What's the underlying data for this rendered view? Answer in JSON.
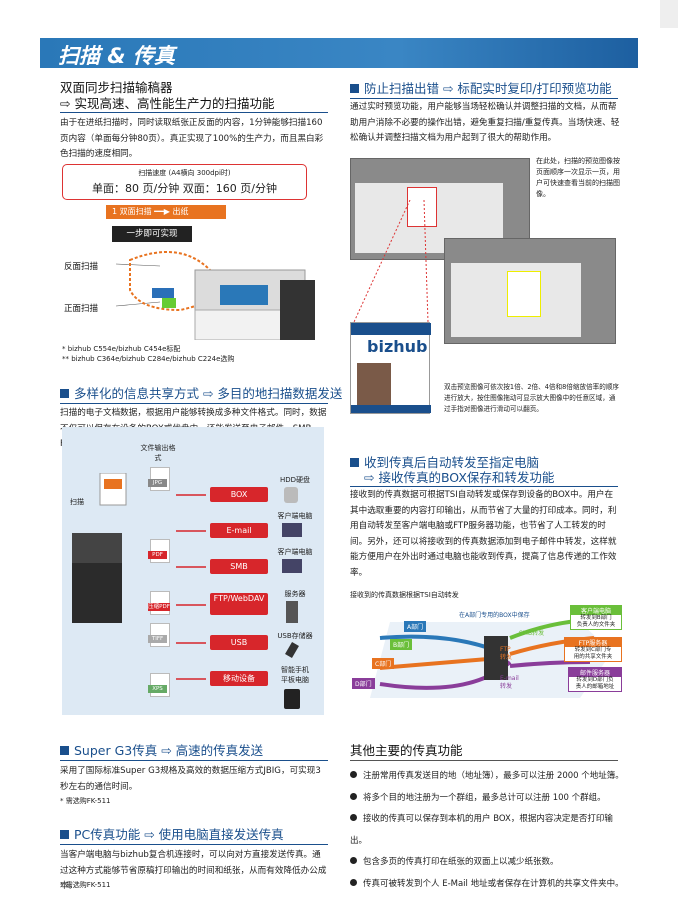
{
  "header": {
    "title": "扫描 & 传真"
  },
  "s1": {
    "title_line1": "双面同步扫描输稿器",
    "title_line2": "⇨ 实现高速、高性能生产力的扫描功能",
    "body": "由于在进纸扫描时，同时读取纸张正反面的内容，1分钟能够扫描160页内容（单面每分钟80页）。真正实现了100%的生产力，而且黑白彩色扫描的速度相同。",
    "speed_title": "扫描速度 (A4横向 300dpi时)",
    "speed_values": "单面：80 页/分钟     双面：160 页/分钟",
    "step_bar": "1  双面扫描 ━━▶ 出纸",
    "one_step": "一步即可实现",
    "back_label": "反面扫描",
    "front_label": "正面扫描",
    "note1": "* bizhub C554e/bizhub C454e标配",
    "note2": "** bizhub C364e/bizhub C284e/bizhub C224e选购"
  },
  "s2": {
    "title": "多样化的信息共享方式 ⇨ 多目的地扫描数据发送",
    "body": "扫描的电子文档数据，根据用户能够转换成多种文件格式。同时，数据不仅可以保存在设备的BOX或优盘中，还能发送至电子邮件、SMB、FTP、WebDAV等。",
    "scan_label": "扫描",
    "format_label": "文件输出格式",
    "formats": [
      "JPG",
      "PDF",
      "压缩PDF",
      "TIFF",
      "XPS"
    ],
    "destinations": [
      "BOX",
      "E-mail",
      "SMB",
      "FTP/WebDAV",
      "USB",
      "移动设备"
    ],
    "targets": [
      "HDD硬盘",
      "客户端电脑",
      "客户端电脑",
      "服务器",
      "USB存储器",
      "智能手机\n平板电脑"
    ]
  },
  "s3": {
    "title": "Super G3传真 ⇨ 高速的传真发送",
    "body": "采用了国际标准Super  G3规格及高效的数据压缩方式JBIG，可实现3秒左右的通信时间。",
    "note": "* 需选购FK-511"
  },
  "s4": {
    "title": "PC传真功能 ⇨ 使用电脑直接发送传真",
    "body": "当客户端电脑与bizhub复合机连接时，可以向对方直接发送传真。通过这种方式能够节省原稿打印输出的时间和纸张，从而有效降低办公成本。",
    "note": "* 需选购FK-511"
  },
  "r1": {
    "title": "防止扫描出错 ⇨ 标配实时复印/打印预览功能",
    "body": "通过实时预览功能，用户能够当场轻松确认并调整扫描的文档，从而帮助用户消除不必要的操作出错，避免重复扫描/重复传真。当场快速、轻松确认并调整扫描文档为用户起到了很大的帮助作用。",
    "caption1": "在此处，扫描的预览图像按页面顺序一次显示一页，用户可快速查看当前的扫描图像。",
    "caption2": "双击预览图像可依次按1倍、2倍、4倍和8倍缩放倍率的顺序进行放大，按住图像拖动可显示放大图像中的任意区域，通过手指对图像进行滑动可以翻页。",
    "brand": "bizhub"
  },
  "r2": {
    "title_line1": "收到传真后自动转发至指定电脑",
    "title_line2": "⇨ 接收传真的BOX保存和转发功能",
    "body": "接收到的传真数据可根据TSI自动转发或保存到设备的BOX中。用户在其中选取重要的内容打印输出，从而节省了大量的打印成本。同时，利用自动转发至客户端电脑或FTP服务器功能，也节省了人工转发的时间。另外，还可以将接收到的传真数据添加到电子邮件中转发，这样就能方便用户在外出时通过电脑也能收到传真，提高了信息传递的工作效率。",
    "diagram_title": "接收到的传真数据根据TSI自动转发",
    "dept_labels": [
      "A部门",
      "B部门",
      "C部门",
      "D部门"
    ],
    "box_label": "在A部门专用的BOX中保存",
    "smb": "SMB转发",
    "ftp": "FTP\n转发",
    "email": "E-mail\n转发",
    "dest1_title": "客户端电脑",
    "dest1_body": "转发到B部门\n负责人的文件夹",
    "dest2_title": "FTP服务器",
    "dest2_body": "转发到C部门专\n用的共享文件夹",
    "dest3_title": "邮件服务器",
    "dest3_body": "转发到D部门负\n责人的邮箱地址"
  },
  "r3": {
    "title": "其他主要的传真功能",
    "items": [
      "注册常用传真发送目的地（地址簿），最多可以注册 2000 个地址簿。",
      "将多个目的地注册为一个群组，最多总计可以注册 100 个群组。",
      "接收的传真可以保存到本机的用户 BOX，根据内容决定是否打印输出。",
      "包含多页的传真打印在纸张的双面上以减少纸张数。",
      "传真可被转发到个人 E-Mail 地址或者保存在计算机的共享文件夹中。"
    ]
  }
}
